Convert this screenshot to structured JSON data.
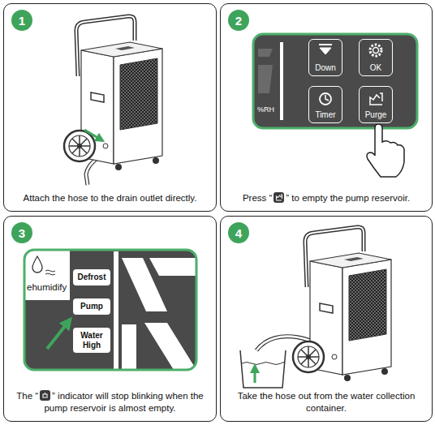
{
  "diagram": {
    "nodes": [
      {
        "text": [
          "Attach the hose to the drain outlet directly."
        ]
      },
      {
        "text": [
          "1"
        ],
        "in": 0
      },
      {
        "text": [
          "Press “",
          "” to empty the pump reservoir."
        ]
      },
      {
        "text": [
          "2"
        ],
        "in": 2
      },
      {
        "text": [
          "Down"
        ],
        "in": 2
      },
      {
        "text": [
          "OK"
        ],
        "in": 2
      },
      {
        "text": [
          "Timer"
        ],
        "in": 2
      },
      {
        "text": [
          "Purge"
        ],
        "in": 2
      },
      {
        "text": [
          "The “",
          "” indicator will stop blinking when the pump reservoir is almost empty."
        ]
      },
      {
        "text": [
          "3"
        ],
        "in": 8
      },
      {
        "text": [
          "Defrost"
        ],
        "in": 8
      },
      {
        "text": [
          "Pump"
        ],
        "in": 8
      },
      {
        "text": [
          "Water High"
        ],
        "in": 8
      },
      {
        "text": [
          "Take the hose out from the water collection container."
        ]
      },
      {
        "text": [
          "4"
        ],
        "in": 13
      }
    ],
    "labels": [
      "%RH",
      "ehumidify"
    ]
  }
}
